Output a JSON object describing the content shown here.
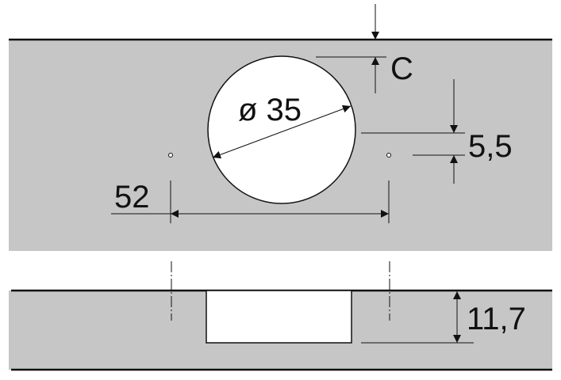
{
  "diagram": {
    "title": "Hinge cup drilling pattern",
    "colors": {
      "panel": "#c6c6c6",
      "line": "#111111",
      "hole": "#ffffff"
    },
    "dimensions": {
      "cup_diameter": "ø 35",
      "edge_distance": "C",
      "screw_offset": "5,5",
      "screw_spacing": "52",
      "cup_depth": "11,7"
    }
  }
}
